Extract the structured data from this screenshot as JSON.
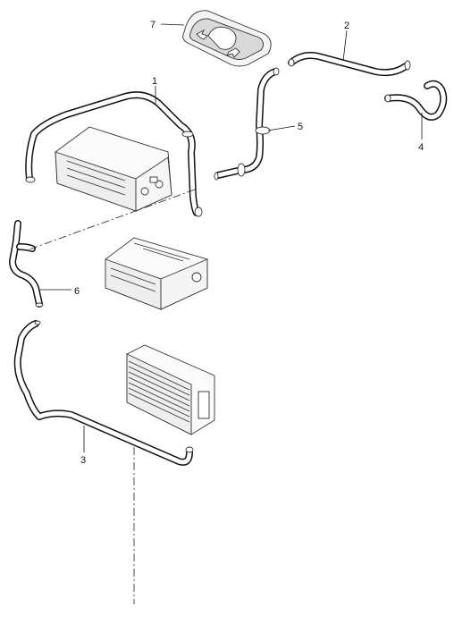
{
  "callouts": [
    {
      "id": "1",
      "label": "1"
    },
    {
      "id": "2",
      "label": "2"
    },
    {
      "id": "3",
      "label": "3"
    },
    {
      "id": "4",
      "label": "4"
    },
    {
      "id": "5",
      "label": "5"
    },
    {
      "id": "6",
      "label": "6"
    },
    {
      "id": "7",
      "label": "7"
    }
  ],
  "icons": [
    "cd-changer-icon",
    "radio-unit-icon",
    "amplifier-icon",
    "air-vent-cover-icon"
  ]
}
